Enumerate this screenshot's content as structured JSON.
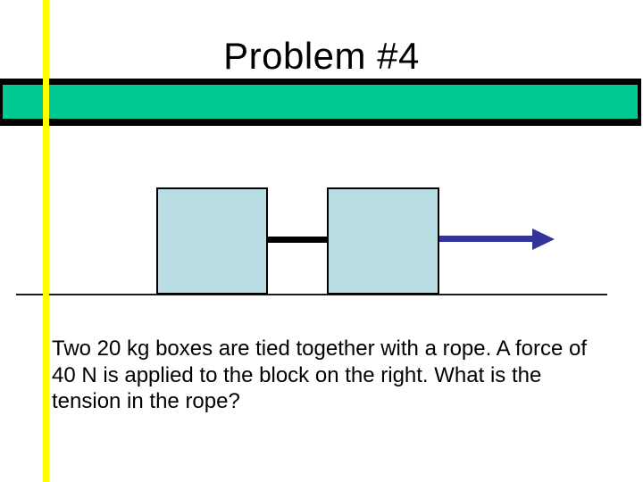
{
  "slide": {
    "title": "Problem #4",
    "problem_statement": {
      "lines": [
        "Two 20 kg boxes are tied together with a rope. A force of",
        "40 N is applied to the block on the right. What is the",
        "tension in the rope?"
      ],
      "full_text": "Two 20 kg boxes are tied together with a rope. A force of 40 N is applied to the block on the right. What is the tension in the rope?"
    },
    "diagram": {
      "description_values": {
        "box_count": 2,
        "box_mass_kg": 20,
        "applied_force_N": 40
      },
      "colors": {
        "box_fill": "#b8dee4",
        "box_border": "#000000",
        "rope": "#000000",
        "force_arrow": "#333399",
        "ground_line": "#1a1a1a"
      }
    },
    "decorations": {
      "banner_fill": "#00c994",
      "banner_border": "#000000",
      "stripe_yellow": "#ffff00"
    }
  }
}
